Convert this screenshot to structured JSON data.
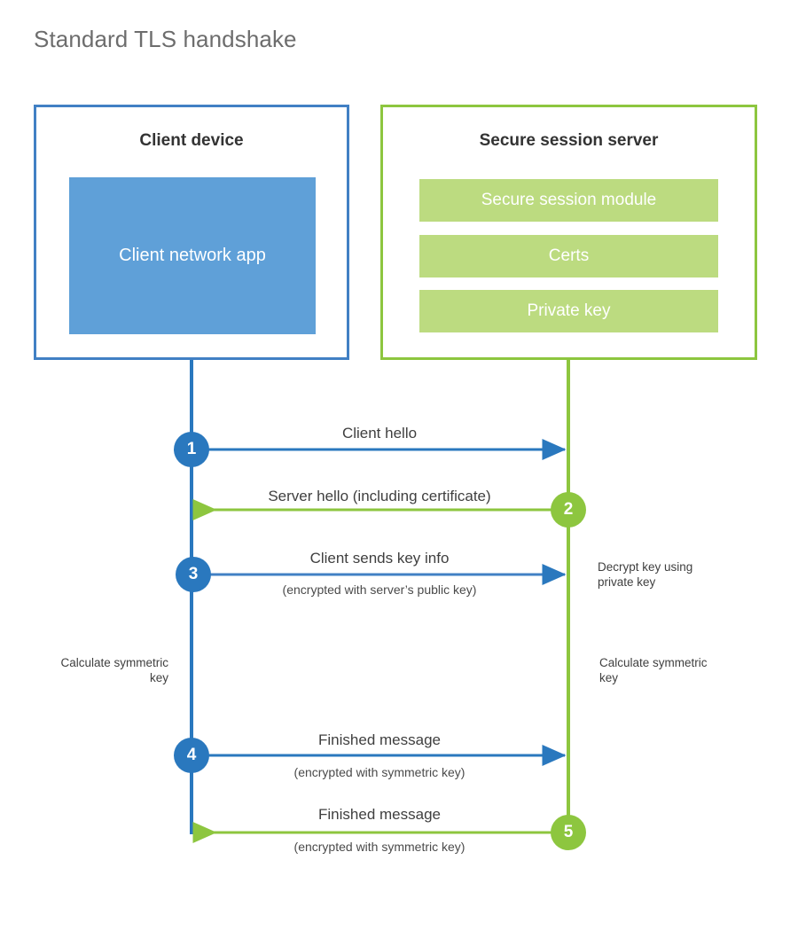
{
  "title": "Standard TLS handshake",
  "colors": {
    "client_accent": "#2a78be",
    "client_border": "#4180c4",
    "client_app_fill": "#5fa0d8",
    "server_accent": "#8dc63f",
    "server_bar_fill": "#bcdb80",
    "title_text": "#6d6d6d",
    "background": "#ffffff"
  },
  "parties": {
    "client": {
      "title": "Client device",
      "app_label": "Client network app"
    },
    "server": {
      "title": "Secure session server",
      "components": [
        "Secure session module",
        "Certs",
        "Private key"
      ]
    }
  },
  "steps": [
    {
      "number": "1",
      "label": "Client hello",
      "sublabel": "",
      "direction": "client-to-server",
      "color": "blue"
    },
    {
      "number": "2",
      "label": "Server hello (including certificate)",
      "sublabel": "",
      "direction": "server-to-client",
      "color": "green"
    },
    {
      "number": "3",
      "label": "Client sends key info",
      "sublabel": "(encrypted with server’s public key)",
      "direction": "client-to-server",
      "color": "blue"
    },
    {
      "number": "4",
      "label": "Finished message",
      "sublabel": "(encrypted with symmetric key)",
      "direction": "client-to-server",
      "color": "blue"
    },
    {
      "number": "5",
      "label": "Finished message",
      "sublabel": "(encrypted with symmetric key)",
      "direction": "server-to-client",
      "color": "green"
    }
  ],
  "annotations": {
    "decrypt_key": "Decrypt key using private key",
    "client_calculate": "Calculate symmetric key",
    "server_calculate": "Calculate symmetric key"
  }
}
